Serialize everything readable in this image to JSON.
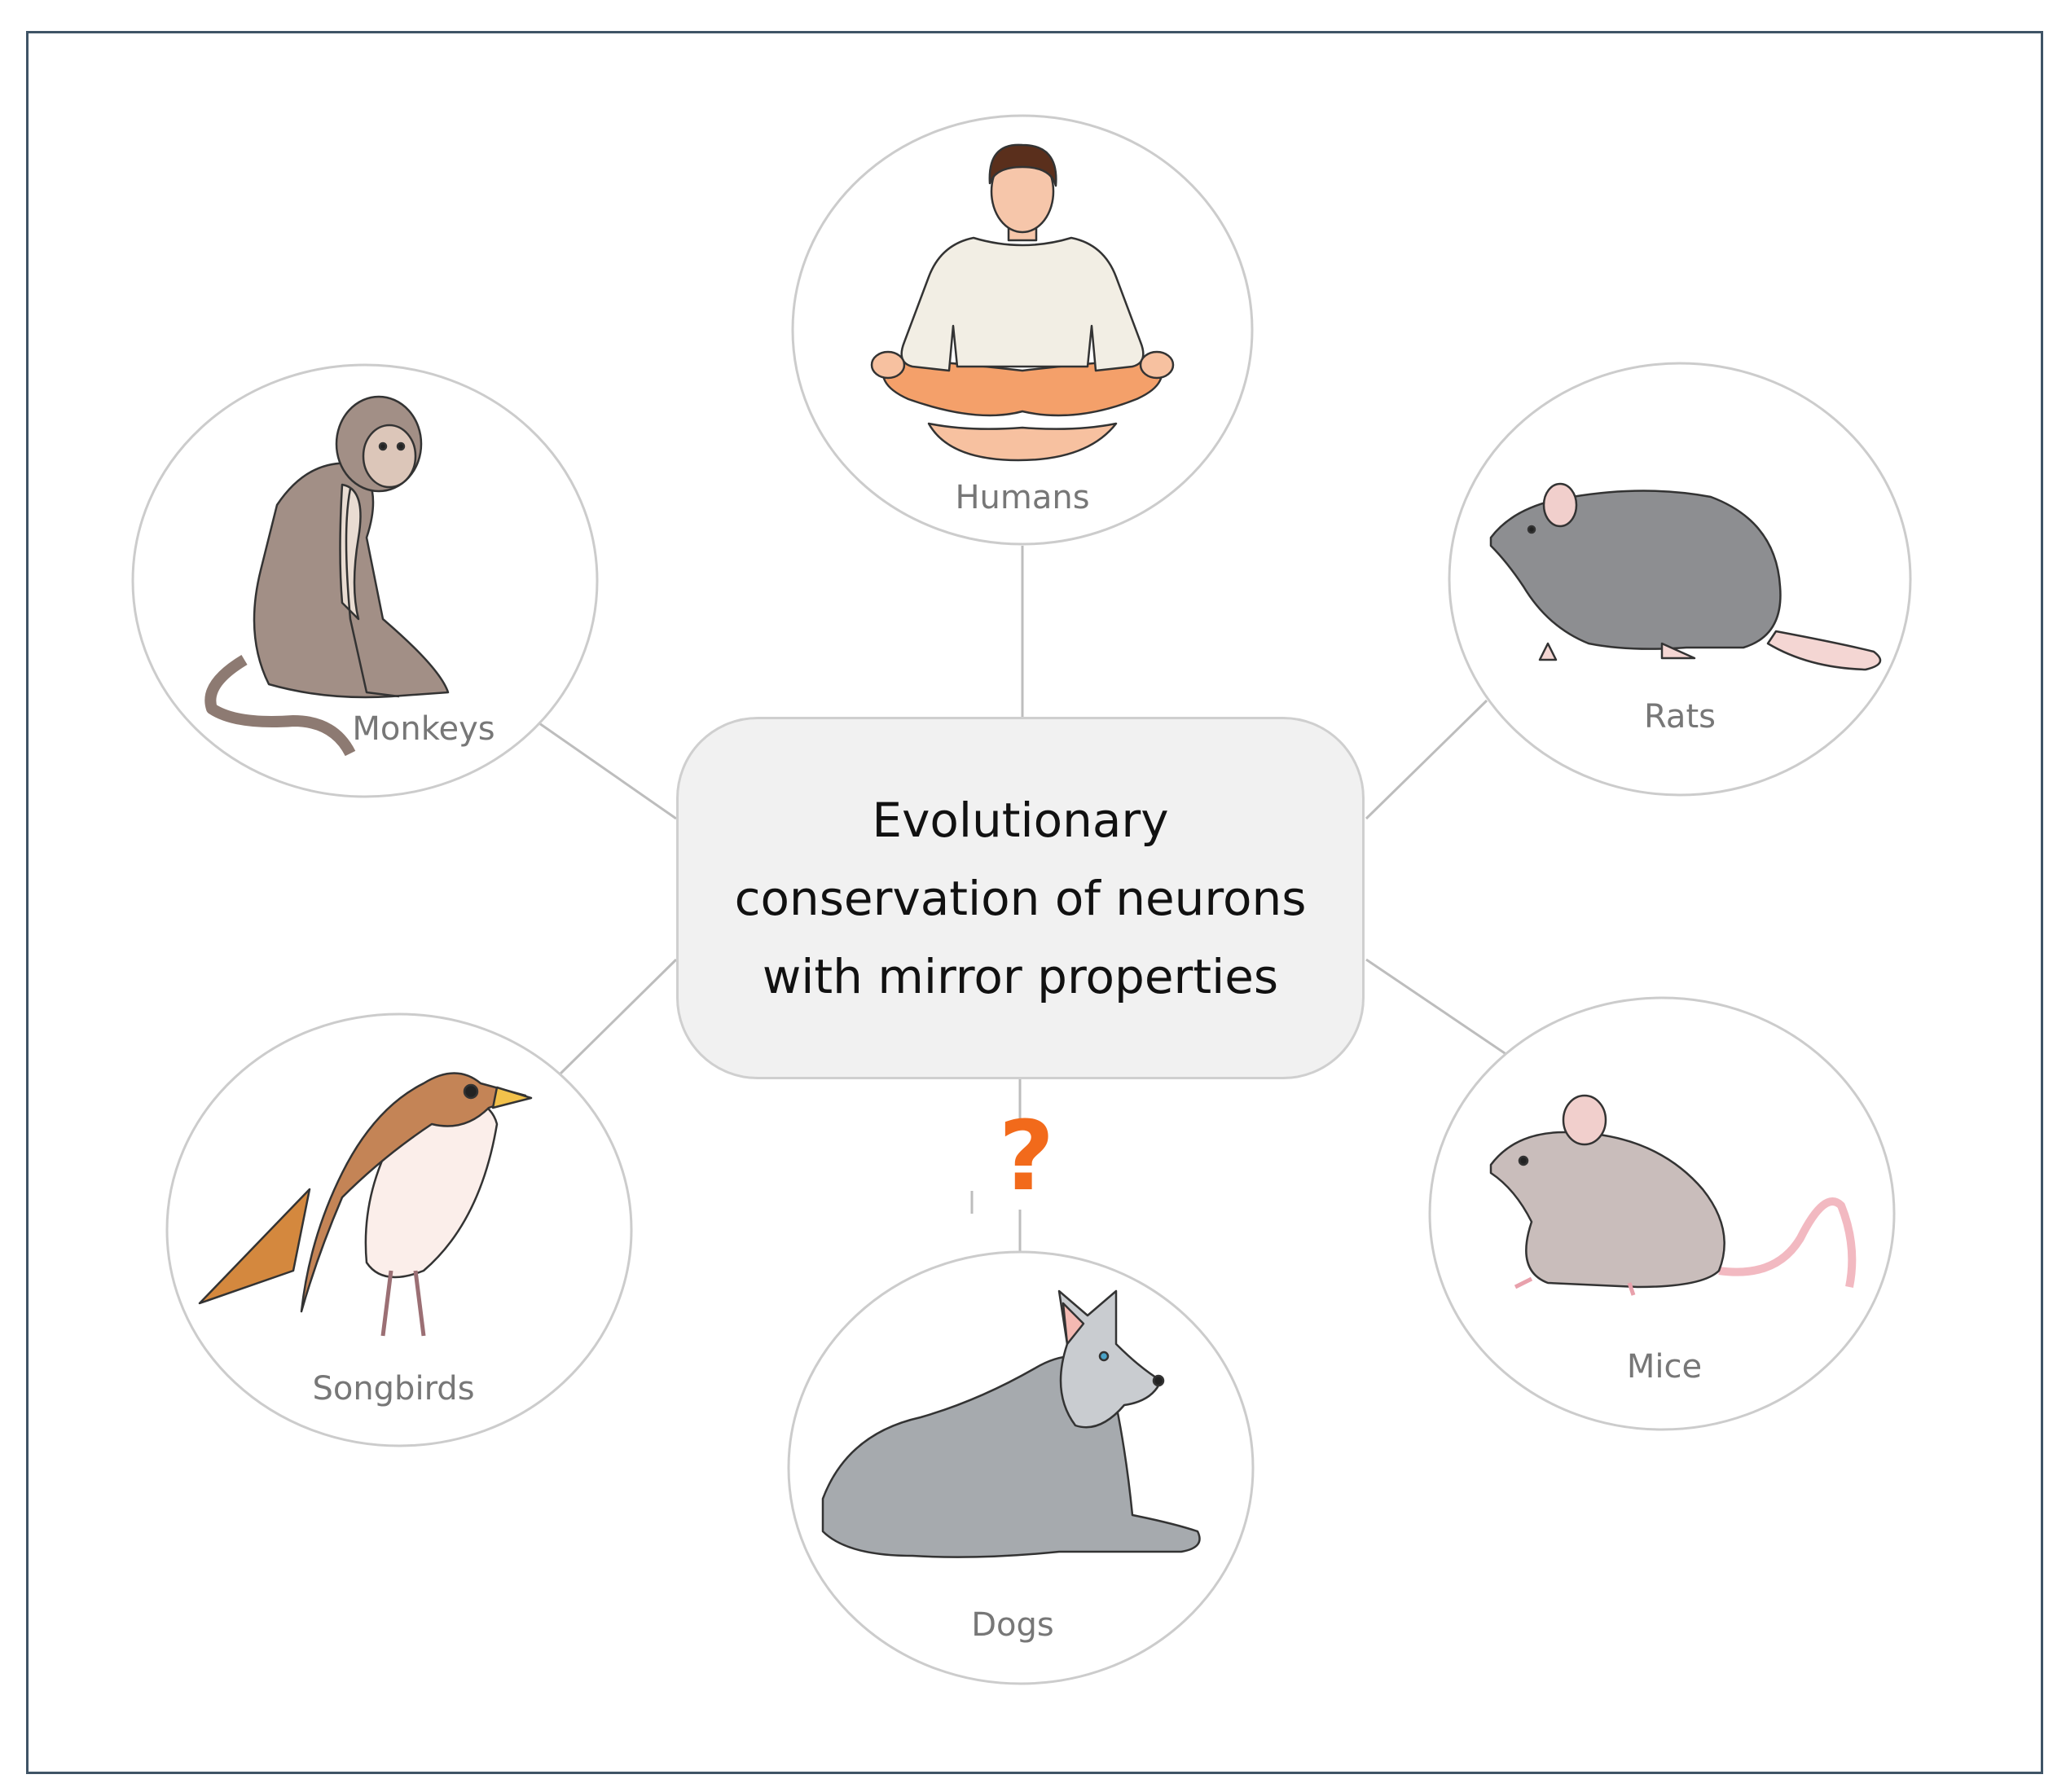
{
  "center": {
    "line1": "Evolutionary",
    "line2": "conservation of neurons",
    "line3": "with mirror properties"
  },
  "nodes": {
    "humans": "Humans",
    "monkeys": "Monkeys",
    "rats": "Rats",
    "songbirds": "Songbirds",
    "dogs": "Dogs",
    "mice": "Mice"
  },
  "question_mark": "?",
  "colors": {
    "frame": "#3f5466",
    "node_border": "#cccccc",
    "center_fill": "#f1f1f1",
    "question_mark": "#f26a1b",
    "label": "#777777"
  },
  "icons": [
    "human-icon",
    "monkey-icon",
    "rat-icon",
    "songbird-icon",
    "dog-icon",
    "mouse-icon"
  ]
}
